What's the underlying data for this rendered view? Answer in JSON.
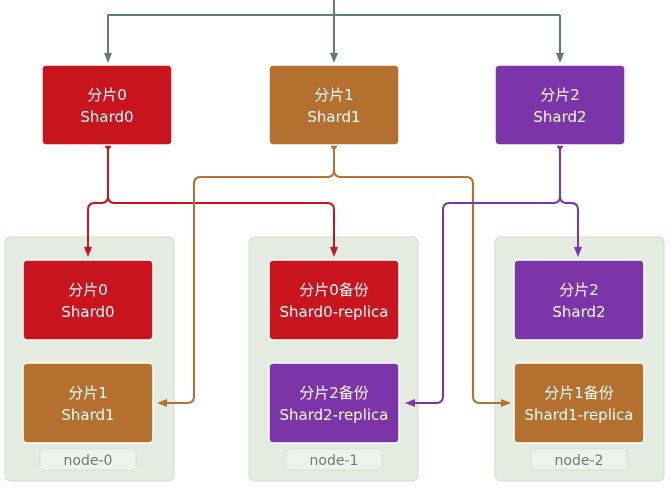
{
  "colors": {
    "shard0": "#c8141c",
    "shard1": "#b3702e",
    "shard2": "#7b35a8",
    "top_link": "#5e7d7a",
    "node_bg": "#e4ece1",
    "node_border": "#cfdcc9",
    "node_label_bg": "#eef2ec"
  },
  "shards": [
    {
      "zh": "分片0",
      "en": "Shard0"
    },
    {
      "zh": "分片1",
      "en": "Shard1"
    },
    {
      "zh": "分片2",
      "en": "Shard2"
    }
  ],
  "nodes": [
    {
      "label": "node-0",
      "slots": [
        {
          "zh": "分片0",
          "en": "Shard0"
        },
        {
          "zh": "分片1",
          "en": "Shard1"
        }
      ]
    },
    {
      "label": "node-1",
      "slots": [
        {
          "zh": "分片0备份",
          "en": "Shard0-replica"
        },
        {
          "zh": "分片2备份",
          "en": "Shard2-replica"
        }
      ]
    },
    {
      "label": "node-2",
      "slots": [
        {
          "zh": "分片2",
          "en": "Shard2"
        },
        {
          "zh": "分片1备份",
          "en": "Shard1-replica"
        }
      ]
    }
  ]
}
